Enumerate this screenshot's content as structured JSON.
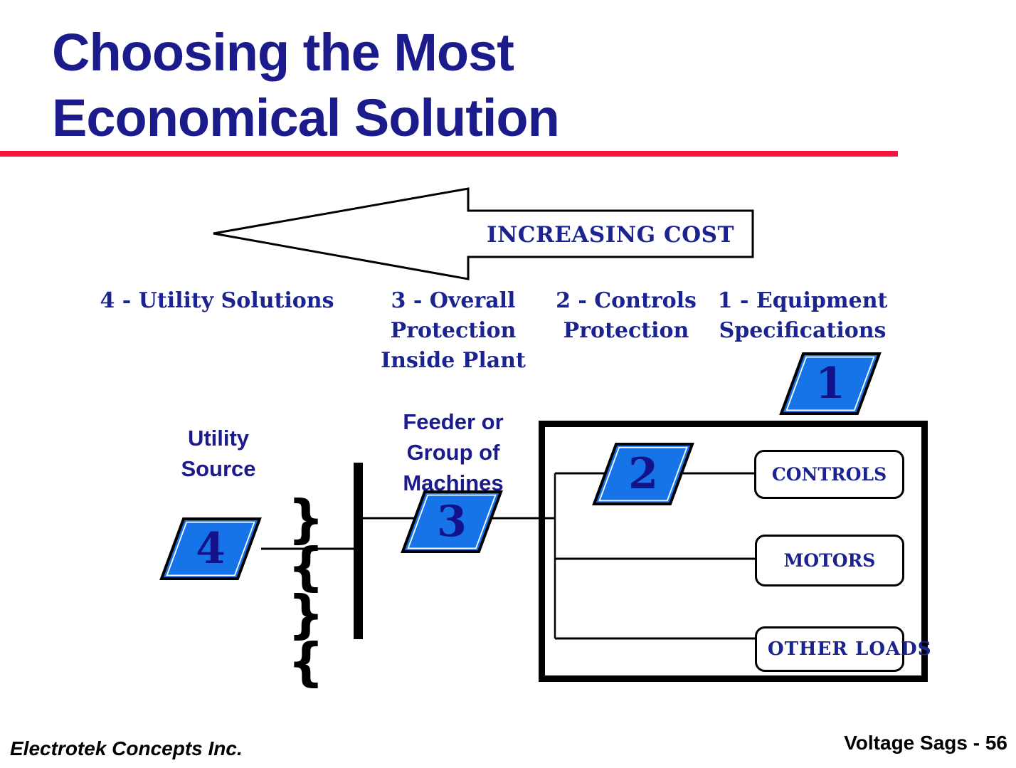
{
  "colors": {
    "title_navy": "#1b1b8c",
    "serif_navy": "#1b2390",
    "accent_red": "#f8133f",
    "marker_blue": "#1773e8",
    "marker_number_navy": "#12128a"
  },
  "header": {
    "title": "Choosing the Most\nEconomical Solution"
  },
  "cost_arrow": {
    "label": "INCREASING COST",
    "direction": "left"
  },
  "solution_columns": [
    {
      "label": "4 - Utility Solutions"
    },
    {
      "label": "3 - Overall\nProtection\nInside Plant"
    },
    {
      "label": "2 - Controls\nProtection"
    },
    {
      "label": "1 - Equipment\nSpecifications"
    }
  ],
  "diagram": {
    "utility_source_label": "Utility\nSource",
    "feeder_label": "Feeder or\nGroup of\nMachines",
    "markers": {
      "m1": "1",
      "m2": "2",
      "m3": "3",
      "m4": "4"
    },
    "plant_loads": {
      "controls": "CONTROLS",
      "motors": "MOTORS",
      "other_loads": "OTHER LOADS"
    },
    "icons": {
      "transformer": "}{\n}{"
    }
  },
  "footer": {
    "company": "Electrotek Concepts Inc.",
    "page_label": "Voltage Sags - 56"
  }
}
